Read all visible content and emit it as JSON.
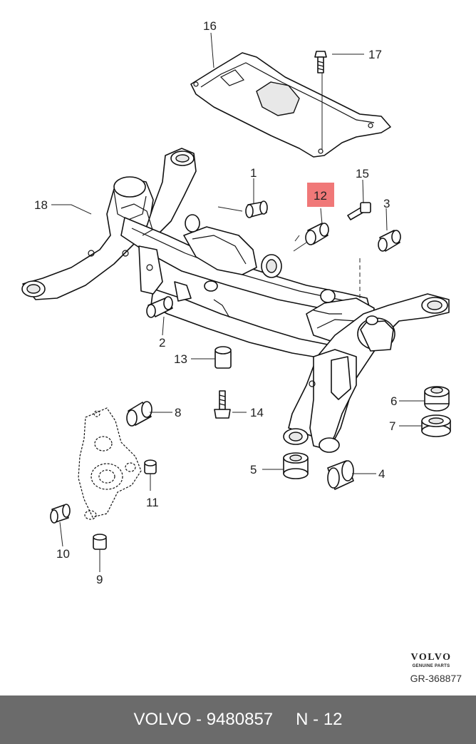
{
  "diagram": {
    "callouts": [
      {
        "id": "1",
        "label": "1"
      },
      {
        "id": "2",
        "label": "2"
      },
      {
        "id": "3",
        "label": "3"
      },
      {
        "id": "4",
        "label": "4"
      },
      {
        "id": "5",
        "label": "5"
      },
      {
        "id": "6",
        "label": "6"
      },
      {
        "id": "7",
        "label": "7"
      },
      {
        "id": "8",
        "label": "8"
      },
      {
        "id": "9",
        "label": "9"
      },
      {
        "id": "10",
        "label": "10"
      },
      {
        "id": "11",
        "label": "11"
      },
      {
        "id": "12",
        "label": "12",
        "highlighted": true
      },
      {
        "id": "13",
        "label": "13"
      },
      {
        "id": "14",
        "label": "14"
      },
      {
        "id": "15",
        "label": "15"
      },
      {
        "id": "16",
        "label": "16"
      },
      {
        "id": "17",
        "label": "17"
      },
      {
        "id": "18",
        "label": "18"
      }
    ],
    "highlight_color": "#f07878"
  },
  "brand": {
    "name": "VOLVO",
    "tagline": "GENUINE PARTS",
    "reference": "GR-368877"
  },
  "footer": {
    "part": "VOLVO - 9480857",
    "position": "N - 12",
    "background": "#6b6b6b"
  }
}
